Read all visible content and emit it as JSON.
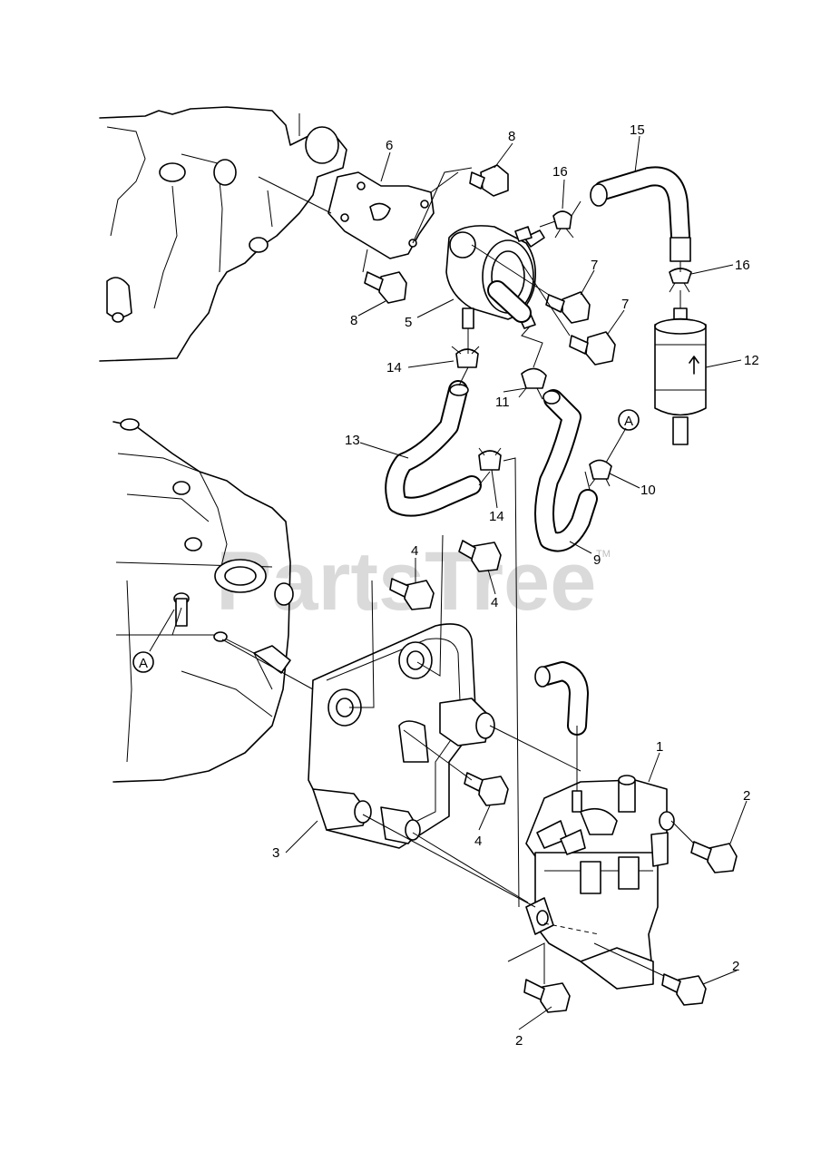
{
  "watermark": {
    "text": "PartsTree",
    "tm": "TM"
  },
  "reference_marker": "A",
  "callouts": [
    {
      "id": "c1",
      "num": "1"
    },
    {
      "id": "c2a",
      "num": "2"
    },
    {
      "id": "c2b",
      "num": "2"
    },
    {
      "id": "c2c",
      "num": "2"
    },
    {
      "id": "c3",
      "num": "3"
    },
    {
      "id": "c4a",
      "num": "4"
    },
    {
      "id": "c4b",
      "num": "4"
    },
    {
      "id": "c4c",
      "num": "4"
    },
    {
      "id": "c5",
      "num": "5"
    },
    {
      "id": "c6",
      "num": "6"
    },
    {
      "id": "c7a",
      "num": "7"
    },
    {
      "id": "c7b",
      "num": "7"
    },
    {
      "id": "c8a",
      "num": "8"
    },
    {
      "id": "c8b",
      "num": "8"
    },
    {
      "id": "c9",
      "num": "9"
    },
    {
      "id": "c10",
      "num": "10"
    },
    {
      "id": "c11",
      "num": "11"
    },
    {
      "id": "c12",
      "num": "12"
    },
    {
      "id": "c13",
      "num": "13"
    },
    {
      "id": "c14a",
      "num": "14"
    },
    {
      "id": "c14b",
      "num": "14"
    },
    {
      "id": "c15",
      "num": "15"
    },
    {
      "id": "c16a",
      "num": "16"
    },
    {
      "id": "c16b",
      "num": "16"
    }
  ]
}
